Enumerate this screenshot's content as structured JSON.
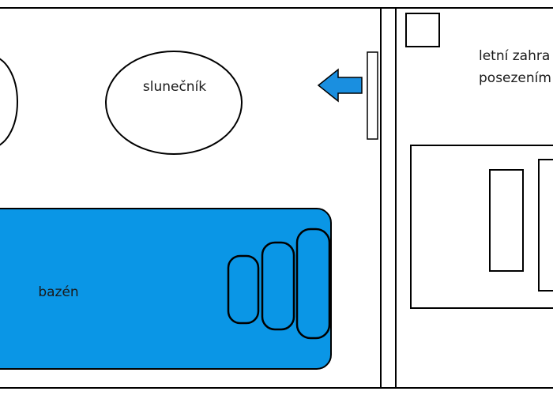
{
  "labels": {
    "umbrella": "slunečník",
    "pool": "bazén",
    "garden_line1": "letní zahra",
    "garden_line2": "posezením"
  },
  "colors": {
    "pool_fill": "#0a96e6",
    "arrow_fill": "#1a8fe0",
    "outline": "#000000",
    "background": "#ffffff"
  },
  "icons": {
    "arrow": "arrow-left-icon"
  }
}
